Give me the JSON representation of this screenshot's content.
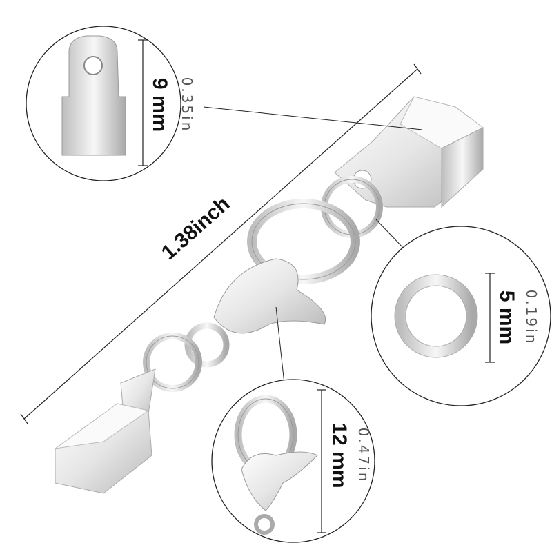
{
  "overall_length": {
    "label": "1.38inch"
  },
  "crimp_end": {
    "metric": "9 mm",
    "imperial": "0.35in"
  },
  "jump_ring": {
    "metric": "5 mm",
    "imperial": "0.19in"
  },
  "lobster_clasp": {
    "metric": "12 mm",
    "imperial": "0.47in"
  },
  "colors": {
    "metal_light": "#f2f2f2",
    "metal_mid": "#c8c8c8",
    "metal_dark": "#8a8a8a",
    "line": "#222222"
  }
}
